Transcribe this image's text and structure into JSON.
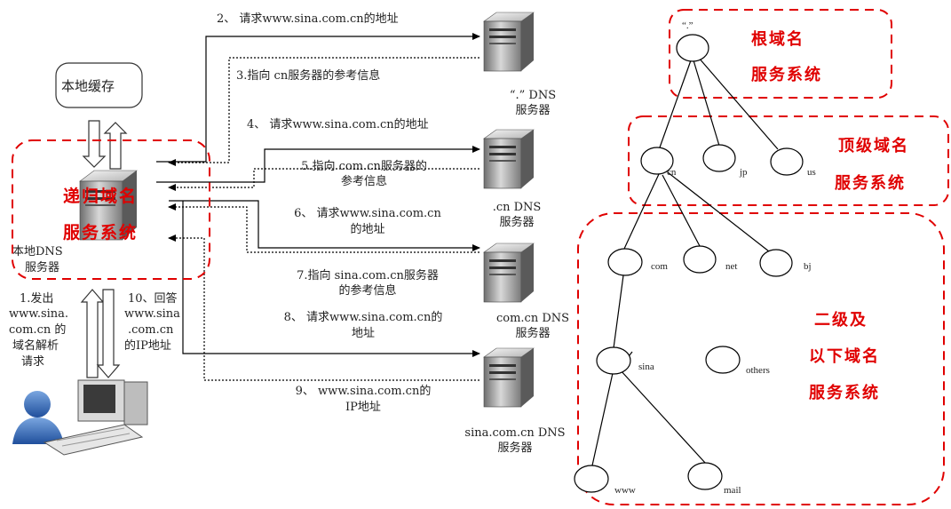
{
  "cache_box": "本地缓存",
  "local_dns_label": [
    "本地DNS",
    "服务器"
  ],
  "recursive_label": [
    "递归域名",
    "服务系统"
  ],
  "client_request": [
    "1.发出",
    "www.sina.",
    "com.cn 的",
    "域名解析",
    "请求"
  ],
  "client_reply": [
    "10、回答",
    "www.sina",
    ".com.cn",
    "的IP地址"
  ],
  "steps": {
    "s2": "2、 请求www.sina.com.cn的地址",
    "s3": "3.指向 cn服务器的参考信息",
    "s4": "4、 请求www.sina.com.cn的地址",
    "s5": [
      "5.指向 com.cn服务器的",
      "参考信息"
    ],
    "s6": [
      "6、 请求www.sina.com.cn",
      "的地址"
    ],
    "s7": [
      "7.指向 sina.com.cn服务器",
      "的参考信息"
    ],
    "s8": [
      "8、 请求www.sina.com.cn的",
      "地址"
    ],
    "s9": [
      "9、 www.sina.com.cn的",
      "IP地址"
    ]
  },
  "servers": {
    "root": [
      "“.” DNS",
      "服务器"
    ],
    "cn": [
      ".cn DNS",
      "服务器"
    ],
    "comcn": [
      "com.cn DNS",
      "服务器"
    ],
    "sina": [
      "sina.com.cn DNS",
      "服务器"
    ]
  },
  "tree": {
    "root_dot": "“.”",
    "nodes": {
      "cn": "cn",
      "jp": "jp",
      "us": "us",
      "com": "com",
      "net": "net",
      "bj": "bj",
      "sina": "sina",
      "others": "others",
      "www": "www",
      "mail": "mail"
    }
  },
  "regions": {
    "root_system": [
      "根域名",
      "服务系统"
    ],
    "top_system": [
      "顶级域名",
      "服务系统"
    ],
    "second_system": [
      "二级及",
      "以下域名",
      "服务系统"
    ]
  },
  "colors": {
    "accent": "#e00000",
    "line": "#000000"
  }
}
